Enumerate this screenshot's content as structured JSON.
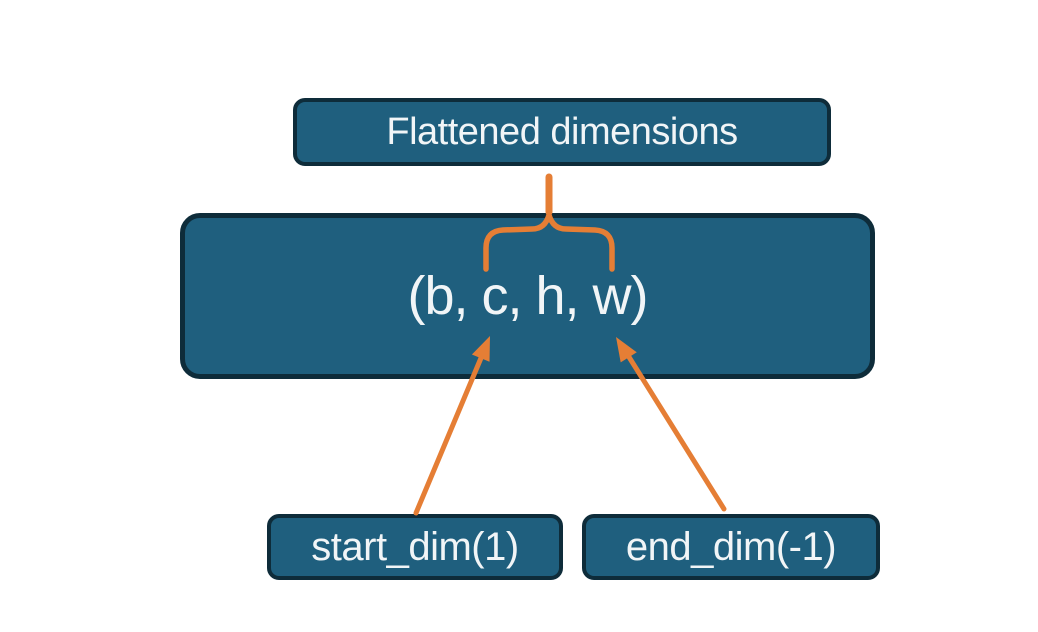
{
  "diagram": {
    "top_box": {
      "label": "Flattened dimensions"
    },
    "main_box": {
      "label": "(b, c, h, w)"
    },
    "bottom_left_box": {
      "label": "start_dim(1)"
    },
    "bottom_right_box": {
      "label": "end_dim(-1)"
    }
  },
  "annotations": {
    "brace_icon": "upward-curly-brace",
    "tick_icon": "vertical-connector",
    "left_arrow_icon": "arrow-up-right",
    "right_arrow_icon": "arrow-up-left"
  },
  "colors": {
    "background": "#FFFFFF",
    "box_fill": "#1F5F7E",
    "box_border": "#0E2C3A",
    "text": "#F1F5F7",
    "accent": "#E57E35"
  }
}
